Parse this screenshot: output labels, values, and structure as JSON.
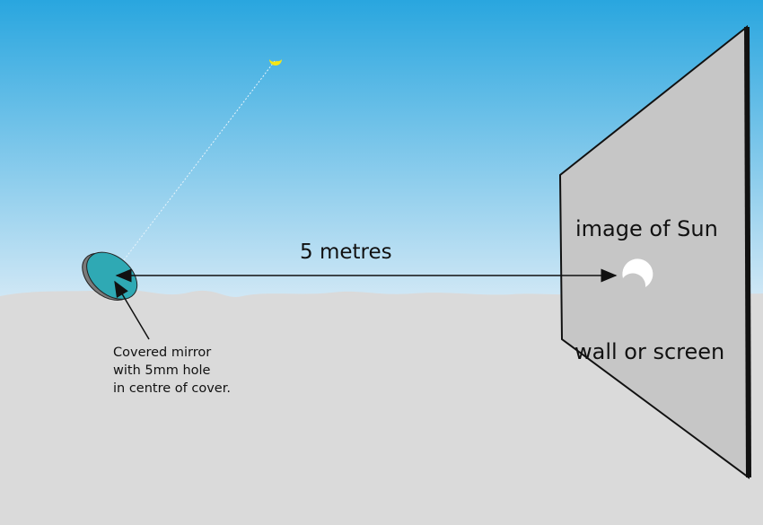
{
  "labels": {
    "distance": "5 metres",
    "image_of_sun": "image of Sun",
    "wall": "wall or screen",
    "mirror_caption": [
      "Covered mirror",
      "with 5mm hole",
      "in centre of cover."
    ]
  },
  "colors": {
    "sky_top": "#29a6df",
    "sky_bottom": "#d4e9f6",
    "ground": "#dadada",
    "wall": "#c6c6c6",
    "mirror": "#2fa9b4",
    "sun": "#f5e614"
  }
}
